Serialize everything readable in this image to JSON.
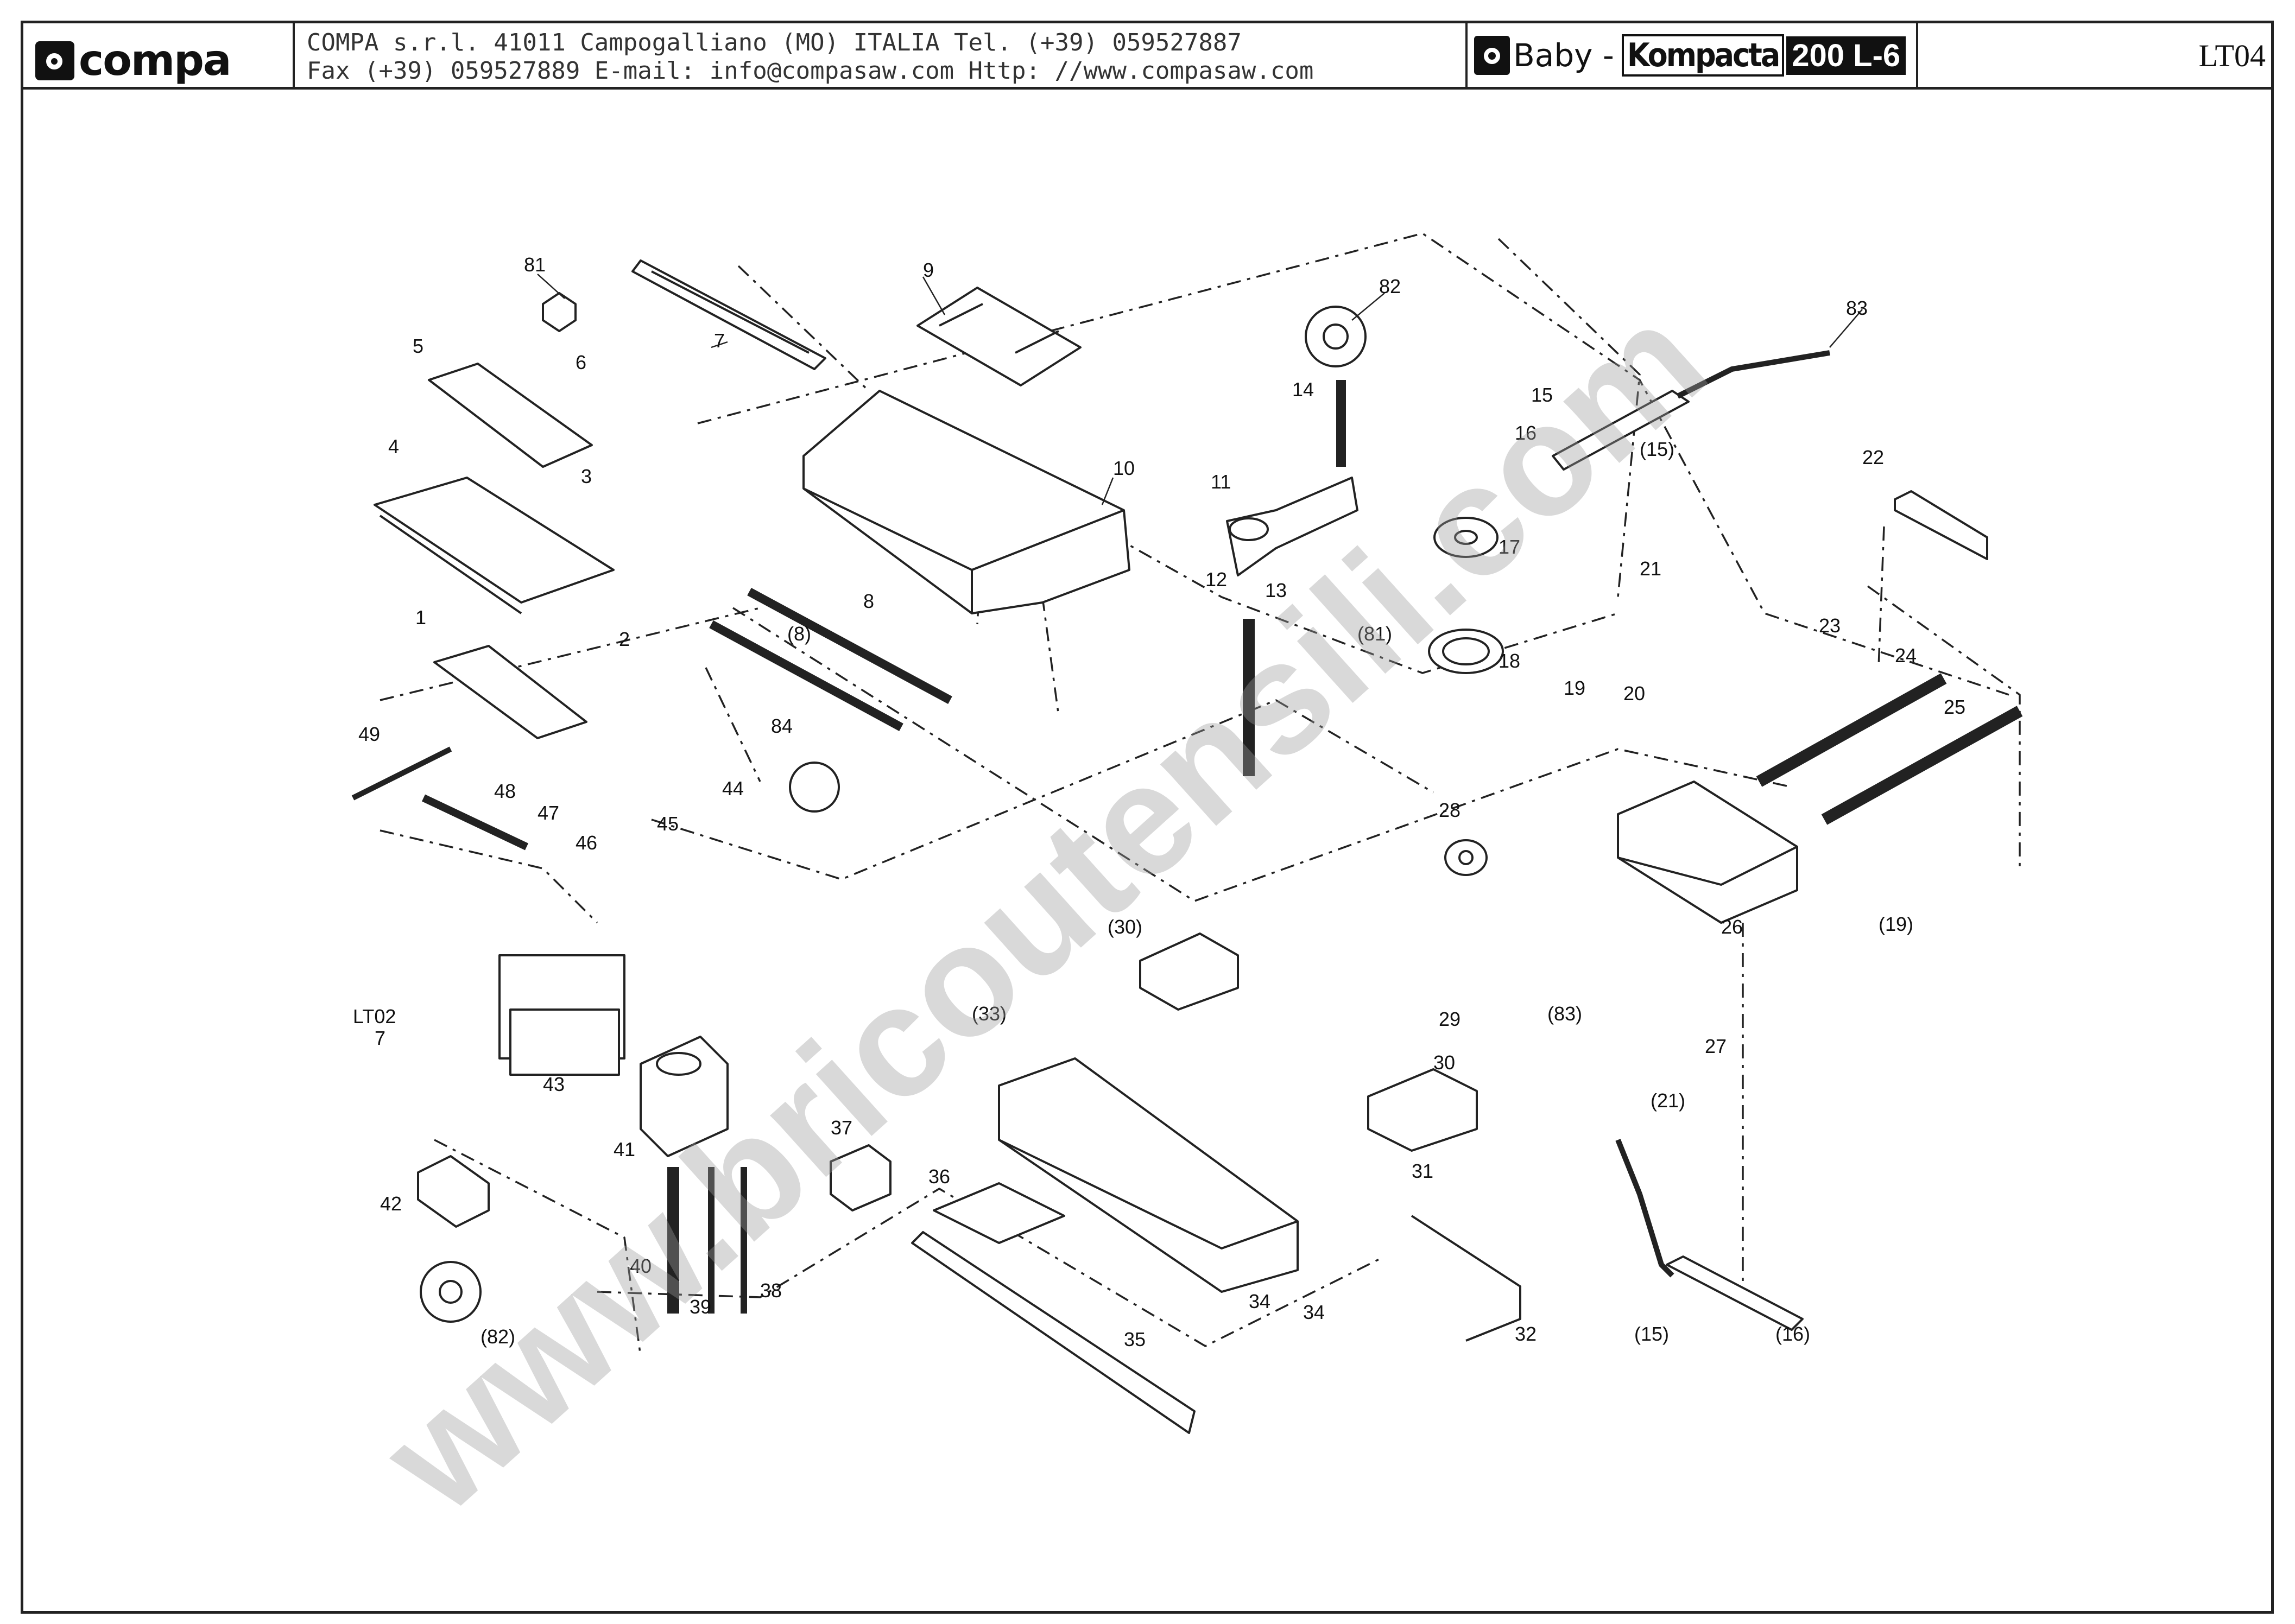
{
  "header": {
    "logo_text": "compa",
    "address_line1": "COMPA s.r.l. 41011 Campogalliano (MO) ITALIA Tel. (+39) 059527887",
    "address_line2": "Fax (+39) 059527889 E-mail: info@compasaw.com Http: //www.compasaw.com",
    "model_prefix": "Baby -",
    "model_name": "Kompacta",
    "model_capacity": "200 L-6",
    "sheet_code": "LT04"
  },
  "watermark": "www.bricoutensili.com",
  "part_labels": {
    "p1": "1",
    "p2": "2",
    "p3": "3",
    "p4": "4",
    "p5": "5",
    "p6": "6",
    "p7": "7",
    "p8": "8",
    "p8b": "(8)",
    "p9": "9",
    "p10": "10",
    "p11": "11",
    "p12": "12",
    "p13": "13",
    "p14": "14",
    "p15": "15",
    "p15b": "(15)",
    "p15c": "(15)",
    "p16": "16",
    "p16b": "(16)",
    "p17": "17",
    "p18": "18",
    "p19": "19",
    "p19b": "(19)",
    "p20": "20",
    "p21": "21",
    "p21b": "(21)",
    "p22": "22",
    "p23": "23",
    "p24": "24",
    "p25": "25",
    "p26": "26",
    "p27": "27",
    "p28": "28",
    "p29": "29",
    "p30": "30",
    "p30b": "(30)",
    "p31": "31",
    "p32": "32",
    "p33": "(33)",
    "p34": "34",
    "p34b": "34",
    "p35": "35",
    "p36": "36",
    "p37": "37",
    "p38": "38",
    "p39": "39",
    "p40": "40",
    "p41": "41",
    "p42": "42",
    "p43": "43",
    "p44": "44",
    "p45": "45",
    "p46": "46",
    "p47": "47",
    "p48": "48",
    "p49": "49",
    "p81": "81",
    "p81b": "(81)",
    "p82": "82",
    "p82b": "(82)",
    "p83": "83",
    "p83b": "(83)",
    "p84": "84",
    "lt02": "LT02",
    "lt02n": "7"
  }
}
